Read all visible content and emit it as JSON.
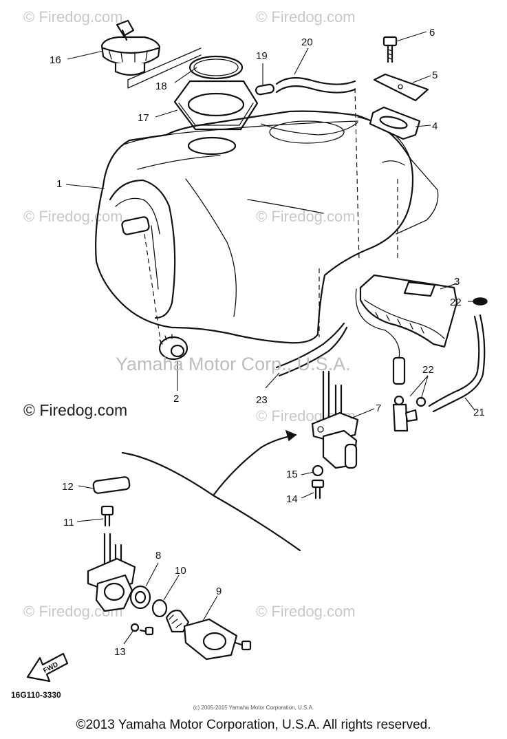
{
  "diagram": {
    "callouts": [
      {
        "id": "1",
        "label": "1"
      },
      {
        "id": "2",
        "label": "2"
      },
      {
        "id": "3",
        "label": "3"
      },
      {
        "id": "4",
        "label": "4"
      },
      {
        "id": "5",
        "label": "5"
      },
      {
        "id": "6",
        "label": "6"
      },
      {
        "id": "7",
        "label": "7"
      },
      {
        "id": "8",
        "label": "8"
      },
      {
        "id": "9",
        "label": "9"
      },
      {
        "id": "10",
        "label": "10"
      },
      {
        "id": "11",
        "label": "11"
      },
      {
        "id": "12",
        "label": "12"
      },
      {
        "id": "13",
        "label": "13"
      },
      {
        "id": "14",
        "label": "14"
      },
      {
        "id": "15",
        "label": "15"
      },
      {
        "id": "16",
        "label": "16"
      },
      {
        "id": "17",
        "label": "17"
      },
      {
        "id": "18",
        "label": "18"
      },
      {
        "id": "19",
        "label": "19"
      },
      {
        "id": "20",
        "label": "20"
      },
      {
        "id": "21",
        "label": "21"
      },
      {
        "id": "22a",
        "label": "22"
      },
      {
        "id": "22b",
        "label": "22"
      },
      {
        "id": "23",
        "label": "23"
      }
    ],
    "fwd_label": "FWD",
    "part_code": "16G110-3330"
  },
  "watermarks": {
    "site": "© Firedog.com",
    "site_main": "© Firedog.com",
    "brand": "Yamaha Motor Corp., U.S.A."
  },
  "footer": {
    "fine_print": "(c) 2005-2015 Yamaha Motor Corporation, U.S.A.",
    "copyright": "©2013 Yamaha Motor Corporation, U.S.A. All rights reserved."
  }
}
